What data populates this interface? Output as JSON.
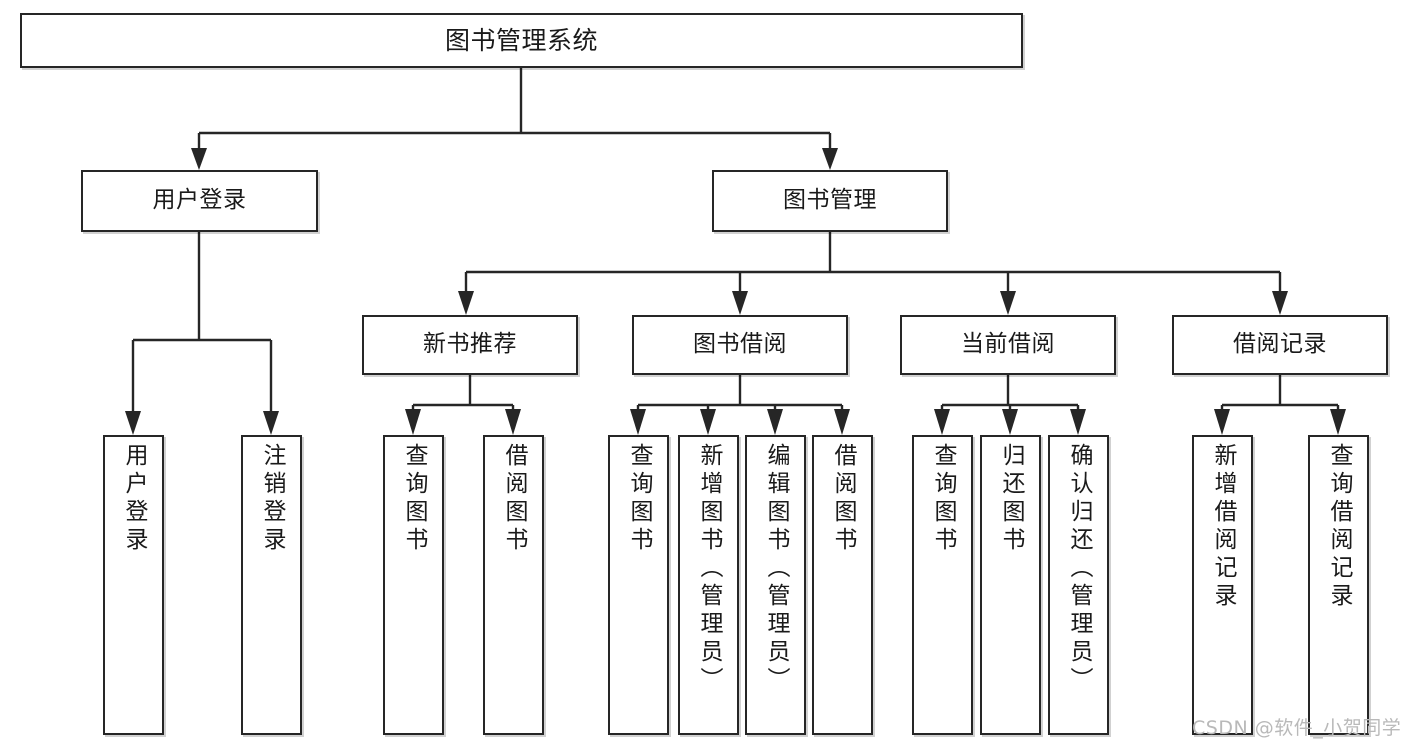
{
  "diagram": {
    "title": "图书管理系统",
    "type": "hierarchy-tree",
    "background_color": "#ffffff",
    "line_color": "#262626",
    "box_fill": "#ffffff",
    "root": {
      "label": "图书管理系统"
    },
    "level2": [
      {
        "label": "用户登录"
      },
      {
        "label": "图书管理"
      }
    ],
    "level3": [
      {
        "label": "新书推荐"
      },
      {
        "label": "图书借阅"
      },
      {
        "label": "当前借阅"
      },
      {
        "label": "借阅记录"
      }
    ],
    "leaves": {
      "user_login": [
        {
          "label": "用户登录"
        },
        {
          "label": "注销登录"
        }
      ],
      "new_book_recommend": [
        {
          "label": "查询图书"
        },
        {
          "label": "借阅图书"
        }
      ],
      "book_borrow": [
        {
          "label": "查询图书"
        },
        {
          "label": "新增图书（管理员）"
        },
        {
          "label": "编辑图书（管理员）"
        },
        {
          "label": "借阅图书"
        }
      ],
      "current_borrow": [
        {
          "label": "查询图书"
        },
        {
          "label": "归还图书"
        },
        {
          "label": "确认归还（管理员）"
        }
      ],
      "borrow_record": [
        {
          "label": "新增借阅记录"
        },
        {
          "label": "查询借阅记录"
        }
      ]
    }
  },
  "watermark": {
    "text": "CSDN @软件_小贺同学"
  }
}
